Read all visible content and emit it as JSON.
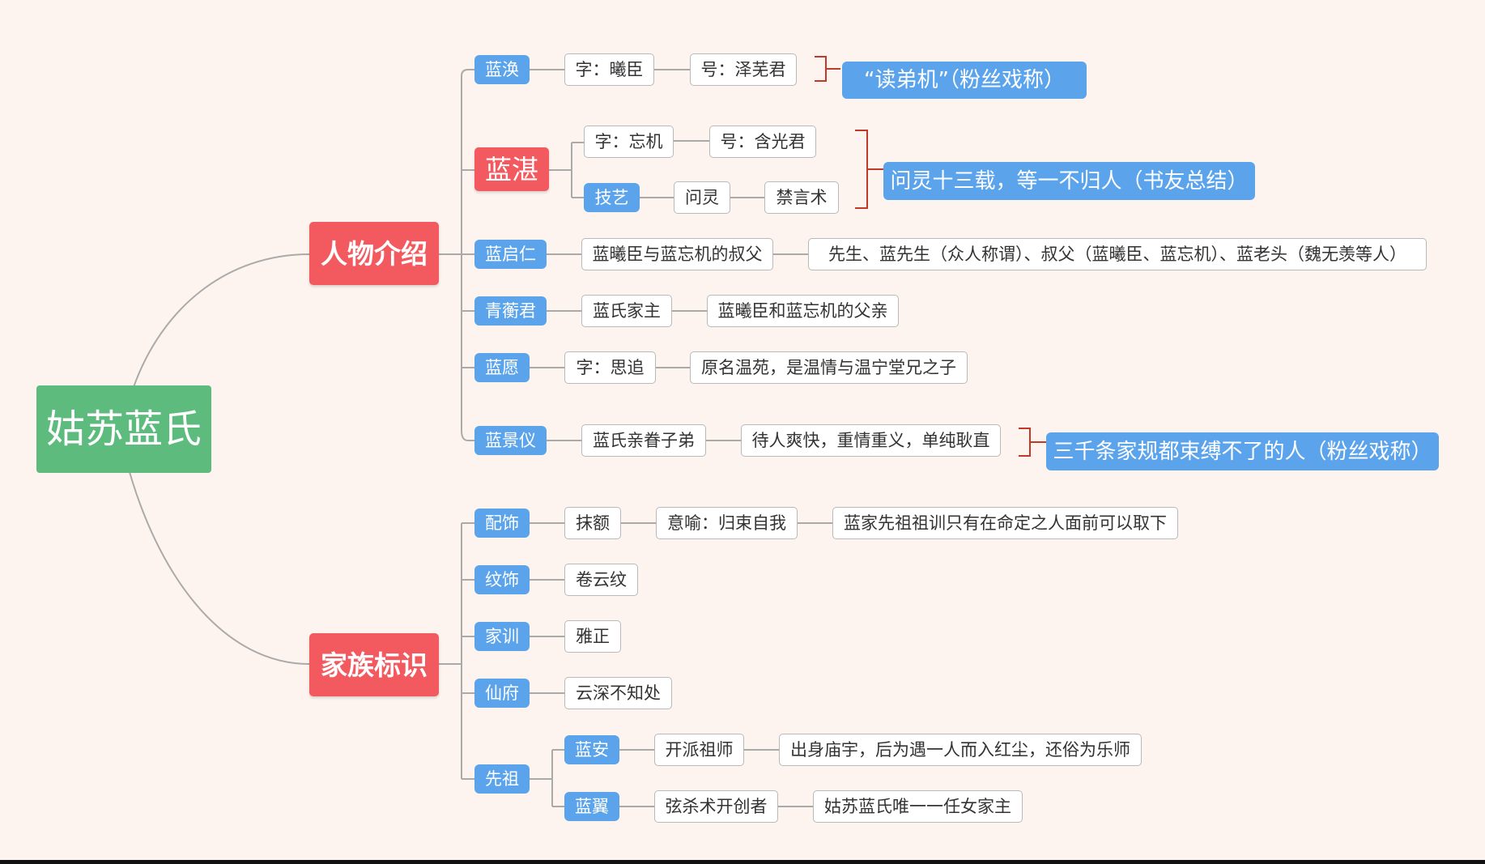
{
  "colors": {
    "background": "#fdf4ef",
    "root": "#5dbb7d",
    "main_branch": "#f25a5f",
    "sub_topic": "#5ba4ec",
    "detail_box": "#ffffff",
    "connector": "#aaaaaa",
    "brace": "#c0392b"
  },
  "root": "姑苏蓝氏",
  "sections": [
    {
      "title": "人物介绍",
      "items": [
        {
          "name": "蓝涣",
          "details": [
            "字：曦臣",
            "号：泽芜君"
          ],
          "note": "“读弟机”（粉丝戏称）"
        },
        {
          "name": "蓝湛",
          "rows": [
            {
              "details": [
                "字：忘机",
                "号：含光君"
              ]
            },
            {
              "label": "技艺",
              "details": [
                "问灵",
                "禁言术"
              ]
            }
          ],
          "note": "问灵十三载，等一不归人（书友总结）"
        },
        {
          "name": "蓝启仁",
          "details": [
            "蓝曦臣与蓝忘机的叔父",
            "先生、蓝先生（众人称谓）、叔父（蓝曦臣、蓝忘机）、蓝老头（魏无羡等人）"
          ]
        },
        {
          "name": "青蘅君",
          "details": [
            "蓝氏家主",
            "蓝曦臣和蓝忘机的父亲"
          ]
        },
        {
          "name": "蓝愿",
          "details": [
            "字：思追",
            "原名温苑，是温情与温宁堂兄之子"
          ]
        },
        {
          "name": "蓝景仪",
          "details": [
            "蓝氏亲眷子弟",
            "待人爽快，重情重义，单纯耿直"
          ],
          "note": "三千条家规都束缚不了的人（粉丝戏称）"
        }
      ]
    },
    {
      "title": "家族标识",
      "items": [
        {
          "name": "配饰",
          "details": [
            "抹额",
            "意喻：归束自我",
            "蓝家先祖祖训只有在命定之人面前可以取下"
          ]
        },
        {
          "name": "纹饰",
          "details": [
            "卷云纹"
          ]
        },
        {
          "name": "家训",
          "details": [
            "雅正"
          ]
        },
        {
          "name": "仙府",
          "details": [
            "云深不知处"
          ]
        },
        {
          "name": "先祖",
          "rows": [
            {
              "label": "蓝安",
              "details": [
                "开派祖师",
                "出身庙宇，后为遇一人而入红尘，还俗为乐师"
              ]
            },
            {
              "label": "蓝翼",
              "details": [
                "弦杀术开创者",
                "姑苏蓝氏唯一一任女家主"
              ]
            }
          ]
        }
      ]
    }
  ]
}
